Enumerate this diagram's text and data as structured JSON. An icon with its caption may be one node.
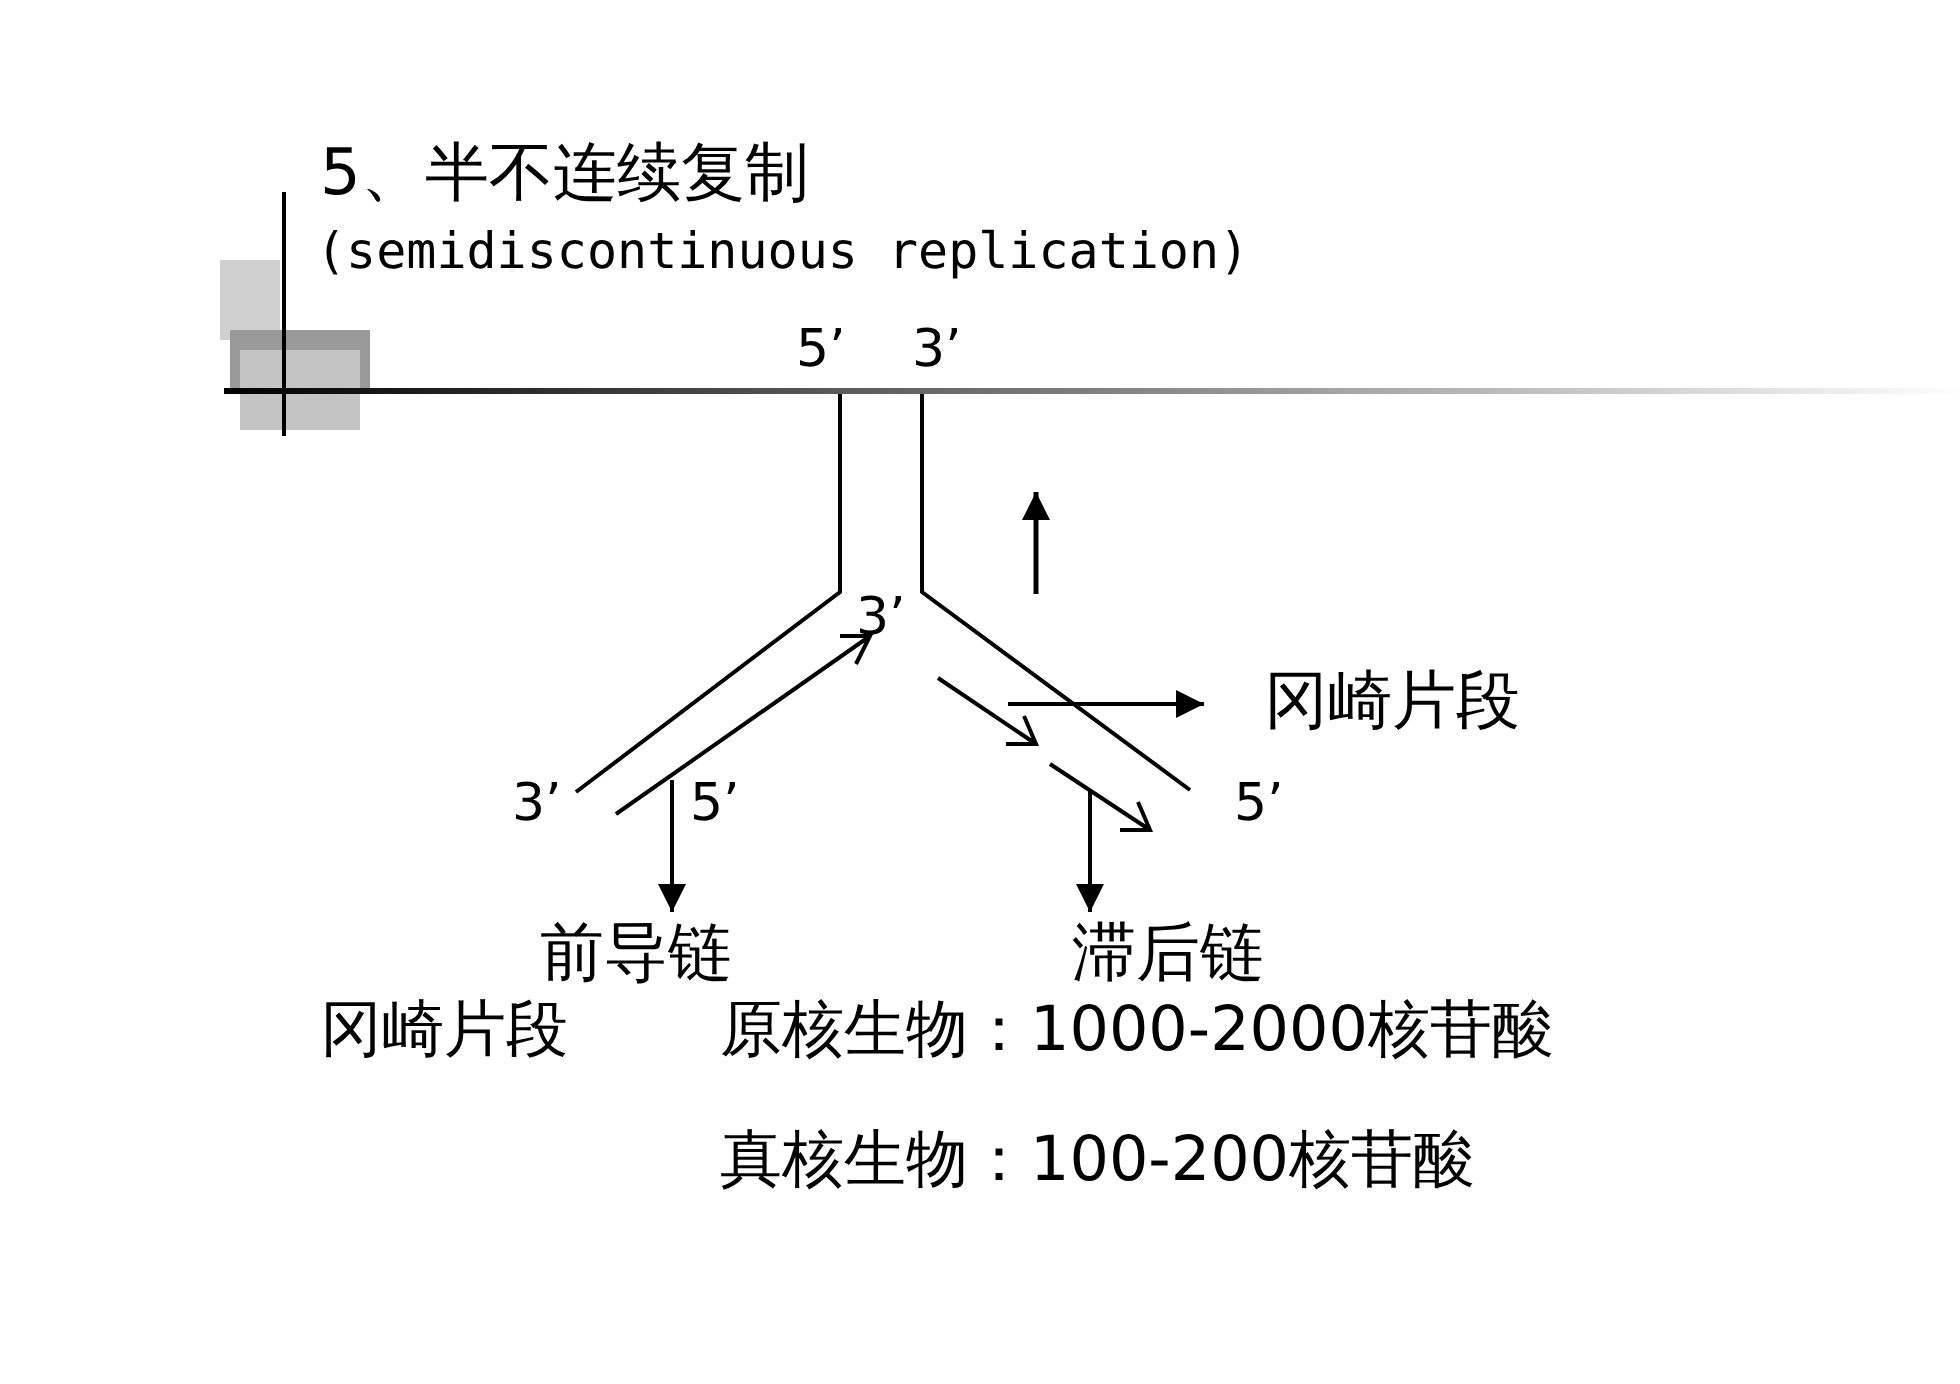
{
  "diagram": {
    "title": "5、半不连续复制",
    "caption": "(semidiscontinuous replication)",
    "nodes": [
      {
        "text": [
          "冈崎片段"
        ]
      },
      {
        "text": [
          "前导链"
        ]
      },
      {
        "text": [
          "滞后链"
        ]
      }
    ],
    "edges": [
      {
        "from": null,
        "to": 0,
        "arrow": "to"
      },
      {
        "from": null,
        "to": 1,
        "arrow": "to"
      },
      {
        "from": null,
        "to": 2,
        "arrow": "to"
      }
    ],
    "labels": [
      "5’",
      "3’",
      "3’",
      "3’",
      "5’",
      "5’",
      "冈崎片段",
      "原核生物：1000-2000核苷酸",
      "真核生物：100-200核苷酸"
    ]
  }
}
